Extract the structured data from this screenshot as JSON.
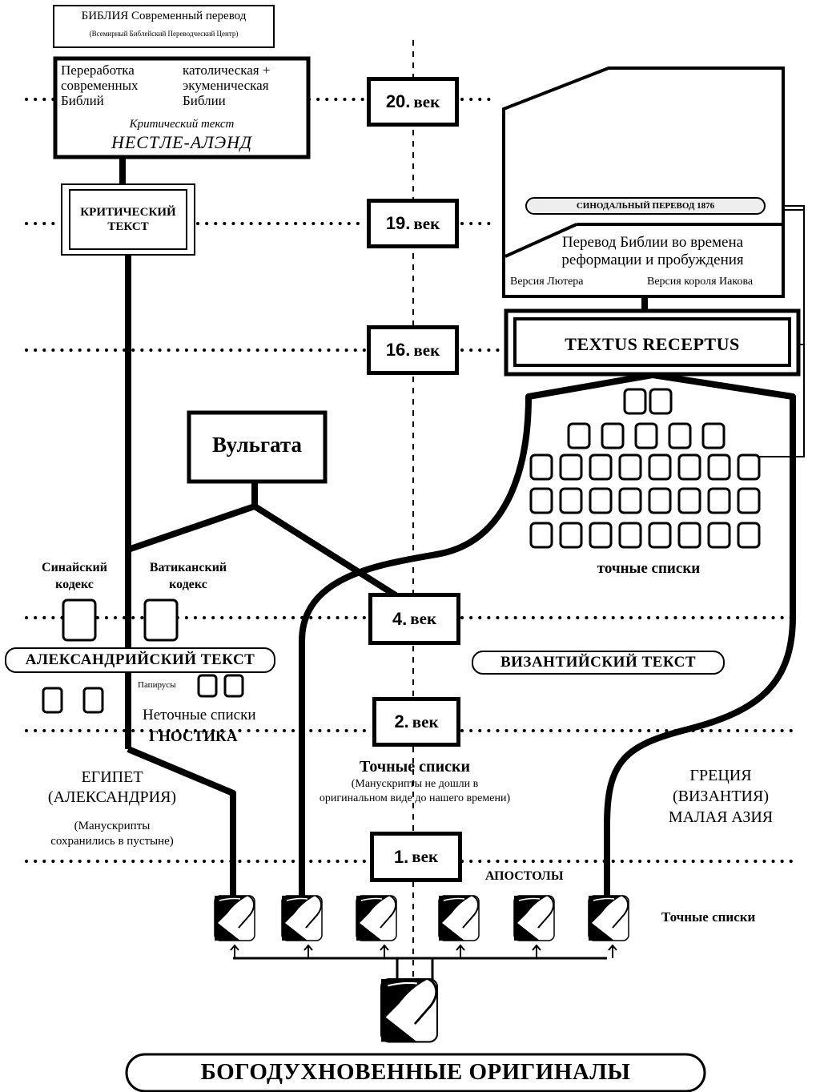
{
  "centuries": [
    {
      "num": "20.",
      "word": "век"
    },
    {
      "num": "19.",
      "word": "век"
    },
    {
      "num": "16.",
      "word": "век"
    },
    {
      "num": "4.",
      "word": "век"
    },
    {
      "num": "2.",
      "word": "век"
    },
    {
      "num": "1.",
      "word": "век"
    }
  ],
  "top_box": {
    "title": "БИБЛИЯ Современный перевод",
    "subtitle": "(Всемирный Библейский Переводческий Центр)"
  },
  "modern_box": {
    "left_col": [
      "Переработка",
      "современных",
      "Библий"
    ],
    "right_col": [
      "католическая +",
      "экуменическая",
      "Библии"
    ],
    "critical_label": "Критический текст",
    "nestle": "НЕСТЛЕ-АЛЭНД"
  },
  "critical_text": [
    "КРИТИЧЕСКИЙ",
    "ТЕКСТ"
  ],
  "vulgate": "Вульгата",
  "sinaiticus": [
    "Синайский",
    "кодекс"
  ],
  "vaticanus": [
    "Ватиканский",
    "кодекс"
  ],
  "alexandrian": "АЛЕКСАНДРИЙСКИЙ ТЕКСТ",
  "papyri": "Папирусы",
  "inaccurate_copies": "Неточные списки",
  "gnostics": "ГНОСТИКА",
  "egypt": [
    "ЕГИПЕТ",
    "(АЛЕКСАНДРИЯ)"
  ],
  "egypt_note": [
    "(Манускрипты",
    "сохранились в пустыне)"
  ],
  "accurate_center": "Точные списки",
  "accurate_center_note": [
    "(Манускрипты не дошли в",
    "оригинальном виде до нашего времени)"
  ],
  "greece": [
    "ГРЕЦИЯ",
    "(ВИЗАНТИЯ)",
    "МАЛАЯ АЗИЯ"
  ],
  "apostles": "АПОСТОЛЫ",
  "accurate_right": "Точные списки",
  "byzantine": "ВИЗАНТИЙСКИЙ ТЕКСТ",
  "accurate_lists": "точные списки",
  "textus_receptus": "TEXTUS RECEPTUS",
  "synodal": "СИНОДАЛЬНЫЙ ПЕРЕВОД 1876",
  "reformation": [
    "Перевод Библии во времена",
    "реформации и пробуждения"
  ],
  "luther": "Версия Лютера",
  "kjv": "Версия короля Иакова",
  "originals": "БОГОДУХНОВЕННЫЕ ОРИГИНАЛЫ"
}
